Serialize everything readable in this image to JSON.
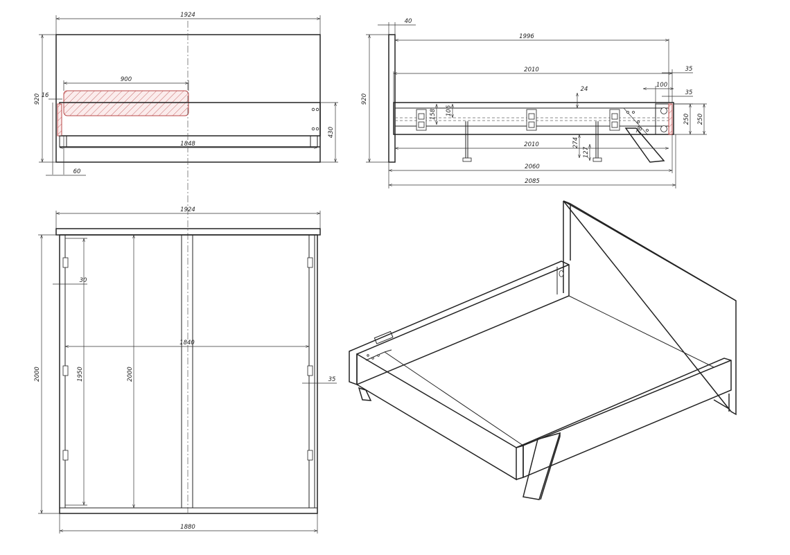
{
  "front_view": {
    "overall_width": "1924",
    "headboard_height": "920",
    "panel_thickness": "16",
    "pillow_width": "900",
    "inner_width": "1848",
    "rail_height": "430",
    "leg_offset": "60"
  },
  "side_view": {
    "headboard_thickness": "40",
    "headboard_height": "920",
    "rail_length_top": "1996",
    "rail_length_inner": "2010",
    "end_offset_a": "35",
    "end_offset_b": "100",
    "end_offset_c": "35",
    "slat_offset": "24",
    "bracket_height": "158",
    "bracket_offset": "106",
    "leg_height": "274",
    "leg_offset": "127",
    "foot_offset": "78",
    "rail_height_left": "250",
    "rail_height_right": "250",
    "rail_length_bottom": "2010",
    "frame_length": "2060",
    "overall_length": "2085"
  },
  "top_view": {
    "overall_width": "1924",
    "overall_length": "2000",
    "inner_length": "1950",
    "slat_length": "2000",
    "inner_width": "1840",
    "side_offset": "30",
    "side_inset": "35",
    "bottom_width": "1880"
  }
}
